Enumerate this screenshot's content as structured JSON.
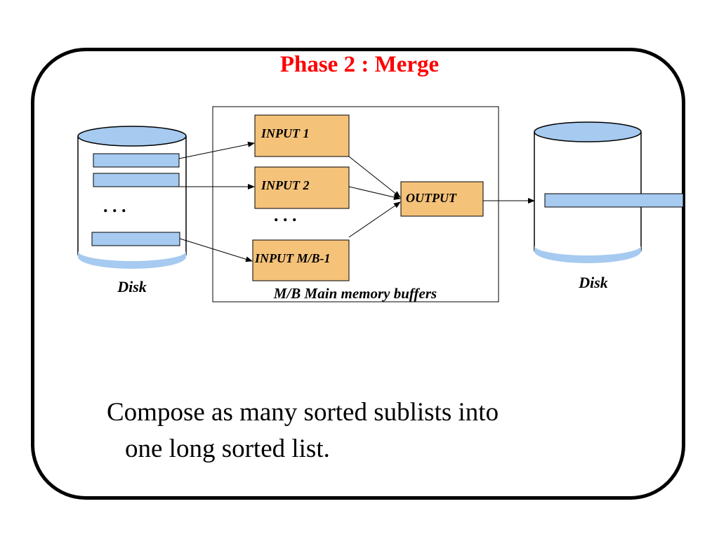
{
  "slide": {
    "title": "Phase 2 : Merge",
    "caption_line1": "Compose as many sorted sublists into",
    "caption_line2": "one long sorted list."
  },
  "diagram": {
    "left_disk_label": "Disk",
    "right_disk_label": "Disk",
    "memory_label": "M/B Main memory buffers",
    "buffers": [
      "INPUT 1",
      "INPUT 2",
      "INPUT M/B-1"
    ],
    "output_label": "OUTPUT",
    "ellipsis": ". . ."
  },
  "colors": {
    "title": "#ff0000",
    "disk_fill": "#ffffff",
    "disk_top": "#a6caf0",
    "run_block": "#a6caf0",
    "buffer_fill": "#f5c27a"
  }
}
